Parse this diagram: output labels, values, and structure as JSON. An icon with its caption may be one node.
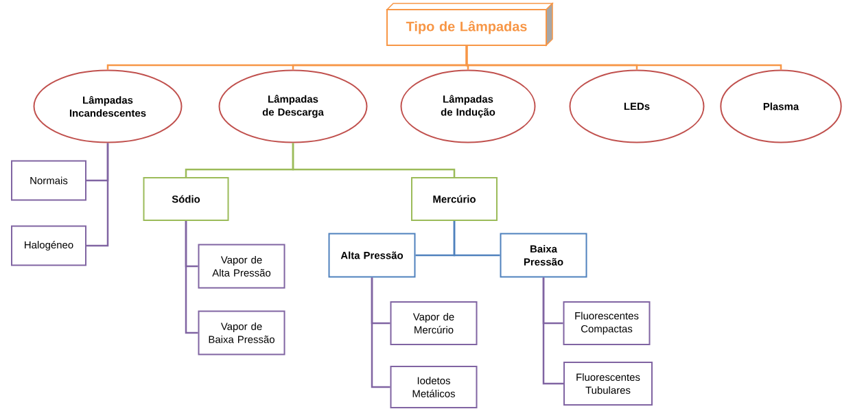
{
  "diagram": {
    "nodes": [
      {
        "text": [
          "Tipo de Lâmpadas"
        ]
      },
      {
        "text": [
          "Lâmpadas Incandescentes"
        ]
      },
      {
        "text": [
          "Lâmpadas de Descarga"
        ]
      },
      {
        "text": [
          "Lâmpadas de Indução"
        ]
      },
      {
        "text": [
          "LEDs"
        ]
      },
      {
        "text": [
          "Plasma"
        ]
      },
      {
        "text": [
          "Normais"
        ]
      },
      {
        "text": [
          "Halogéneo"
        ]
      },
      {
        "text": [
          "Sódio"
        ]
      },
      {
        "text": [
          "Mercúrio"
        ]
      },
      {
        "text": [
          "Vapor de Alta Pressão"
        ]
      },
      {
        "text": [
          "Vapor de Baixa Pressão"
        ]
      },
      {
        "text": [
          "Alta Pressão"
        ]
      },
      {
        "text": [
          "Baixa Pressão"
        ]
      },
      {
        "text": [
          "Vapor de Mercúrio"
        ]
      },
      {
        "text": [
          "Iodetos Metálicos"
        ]
      },
      {
        "text": [
          "Fluorescentes Compactas"
        ]
      },
      {
        "text": [
          "Fluorescentes Tubulares"
        ]
      }
    ],
    "edges": [
      {
        "from": 0,
        "to": 1,
        "arrow": "none",
        "color": "#f79646"
      },
      {
        "from": 0,
        "to": 2,
        "arrow": "none",
        "color": "#f79646"
      },
      {
        "from": 0,
        "to": 3,
        "arrow": "none",
        "color": "#f79646"
      },
      {
        "from": 0,
        "to": 4,
        "arrow": "none",
        "color": "#f79646"
      },
      {
        "from": 0,
        "to": 5,
        "arrow": "none",
        "color": "#f79646"
      },
      {
        "from": 1,
        "to": 6,
        "arrow": "none"
      },
      {
        "from": 1,
        "to": 7,
        "arrow": "none"
      },
      {
        "from": 2,
        "to": 8,
        "arrow": "none",
        "color": "#9bbb59"
      },
      {
        "from": 2,
        "to": 9,
        "arrow": "none",
        "color": "#9bbb59"
      },
      {
        "from": 8,
        "to": 10,
        "arrow": "none"
      },
      {
        "from": 8,
        "to": 11,
        "arrow": "none"
      },
      {
        "from": 9,
        "to": 12,
        "arrow": "none",
        "color": "#4f81bd"
      },
      {
        "from": 9,
        "to": 13,
        "arrow": "none",
        "color": "#4f81bd"
      },
      {
        "from": 12,
        "to": 14,
        "arrow": "none"
      },
      {
        "from": 12,
        "to": 15,
        "arrow": "none"
      },
      {
        "from": 13,
        "to": 16,
        "arrow": "none"
      },
      {
        "from": 13,
        "to": 17,
        "arrow": "none"
      }
    ]
  }
}
